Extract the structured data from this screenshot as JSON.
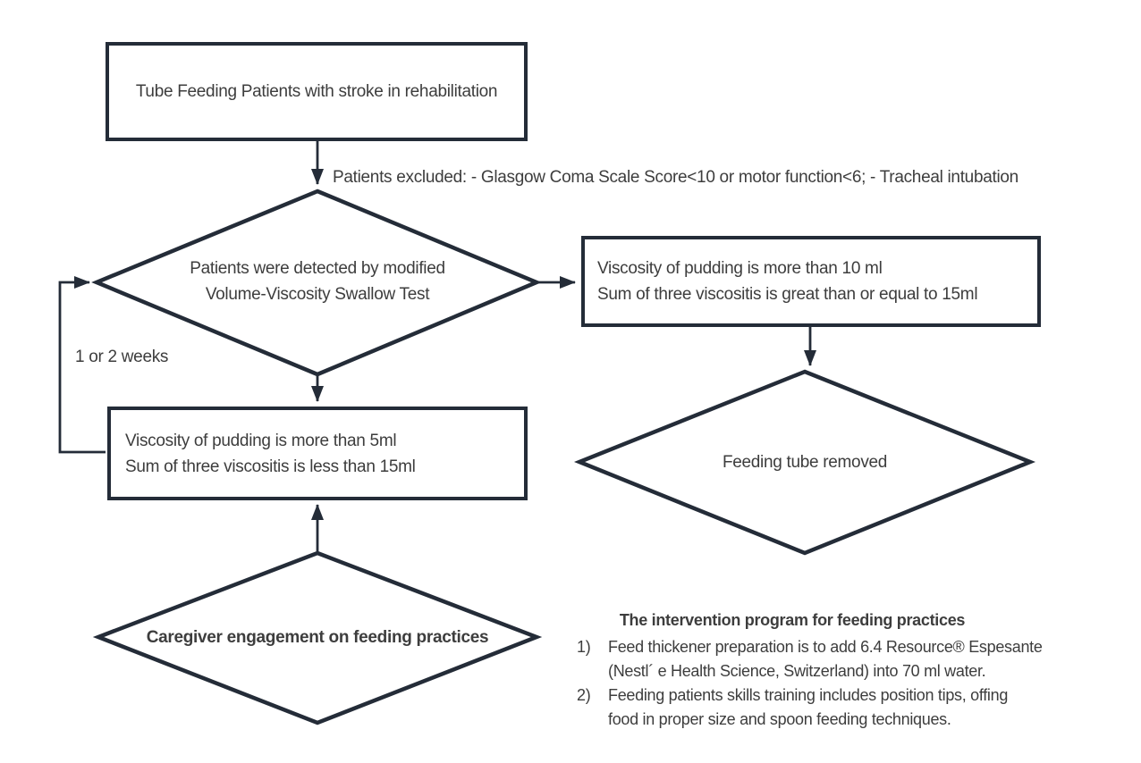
{
  "diagram": {
    "start_box": {
      "label": "Tube Feeding Patients with stroke in rehabilitation"
    },
    "exclusion_note": "Patients excluded: - Glasgow Coma Scale Score<10 or motor function<6; - Tracheal intubation",
    "decision_mvvst": {
      "line1": "Patients were detected by modified",
      "line2": "Volume-Viscosity Swallow Test"
    },
    "loop_label": "1 or 2 weeks",
    "pass_box": {
      "line1": "Viscosity of pudding is more than 10 ml",
      "line2": "Sum of three viscositis is great than or equal to 15ml"
    },
    "removed_diamond": {
      "label": "Feeding tube removed"
    },
    "fail_box": {
      "line1": "Viscosity of pudding is more than 5ml",
      "line2": "Sum of three viscositis is less than 15ml"
    },
    "caregiver_diamond": {
      "label": "Caregiver engagement on feeding practices"
    },
    "intervention": {
      "title": "The intervention program for feeding practices",
      "items": [
        {
          "num": "1)",
          "lines": [
            "Feed thickener preparation is to add 6.4 Resource® Espesante",
            "(Nestl´ e Health Science, Switzerland) into 70 ml water."
          ]
        },
        {
          "num": "2)",
          "lines": [
            "Feeding patients skills training includes position tips,  offing",
            "food in proper size and spoon feeding techniques."
          ]
        }
      ]
    },
    "colors": {
      "stroke": "#242c38",
      "text": "#3d3d3d",
      "background": "#ffffff"
    }
  }
}
